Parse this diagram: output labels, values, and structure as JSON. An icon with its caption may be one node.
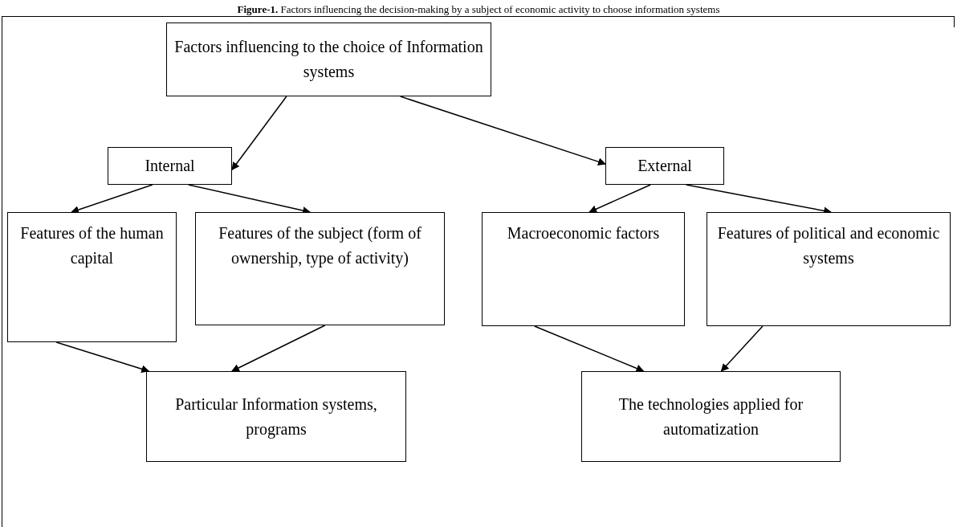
{
  "diagram": {
    "title": "**Figure-1.** Factors influencing the decision-making by a subject of economic activity to choose information systems",
    "nodes": [
      {
        "text": [
          "Factors influencing to the choice of Information systems"
        ]
      },
      {
        "text": [
          "Internal"
        ]
      },
      {
        "text": [
          "External"
        ]
      },
      {
        "text": [
          "Features of the human capital"
        ]
      },
      {
        "text": [
          "Features of the subject (form of ownership, type of activity)"
        ]
      },
      {
        "text": [
          "Macroeconomic factors"
        ]
      },
      {
        "text": [
          "Features of political and economic systems"
        ]
      },
      {
        "text": [
          "Particular Information systems, programs"
        ]
      },
      {
        "text": [
          "The technologies applied for automatization"
        ]
      }
    ],
    "edges": [
      {
        "from": 0,
        "to": 1,
        "arrow": "to"
      },
      {
        "from": 0,
        "to": 2,
        "arrow": "to"
      },
      {
        "from": 1,
        "to": 3,
        "arrow": "to"
      },
      {
        "from": 1,
        "to": 4,
        "arrow": "to"
      },
      {
        "from": 2,
        "to": 5,
        "arrow": "to"
      },
      {
        "from": 2,
        "to": 6,
        "arrow": "to"
      },
      {
        "from": 3,
        "to": 7,
        "arrow": "to"
      },
      {
        "from": 4,
        "to": 7,
        "arrow": "to"
      },
      {
        "from": 5,
        "to": 8,
        "arrow": "to"
      },
      {
        "from": 6,
        "to": 8,
        "arrow": "to"
      }
    ]
  }
}
